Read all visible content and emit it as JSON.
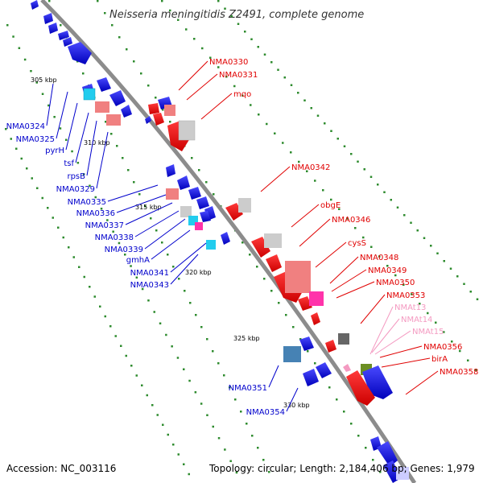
{
  "title": "Neisseria meningitidis Z2491, complete genome",
  "accession": "Accession: NC_003116",
  "topology": "Topology: circular; Length: 2,184,406 bp; Genes: 1,979",
  "colors": {
    "backbone": "#8c8c8c",
    "tick_dot": "#2e8b2e",
    "blue_label": "#0000cc",
    "red_label": "#e00000",
    "pink_label": "#f49ac1"
  },
  "kbp_markers": [
    "305 kbp",
    "310 kbp",
    "315 kbp",
    "320 kbp",
    "325 kbp",
    "330 kbp"
  ],
  "left_genes": [
    "NMA0324",
    "NMA0325",
    "pyrH",
    "tsf",
    "rpsB",
    "NMA0329",
    "NMA0335",
    "NMA0336",
    "NMA0337",
    "NMA0338",
    "NMA0339",
    "gmhA",
    "NMA0341",
    "NMA0343"
  ],
  "right_genes": [
    "NMA0330",
    "NMA0331",
    "mqo",
    "NMA0342",
    "obgE",
    "NMA0346",
    "cysS",
    "NMA0348",
    "NMA0349",
    "NMA0350",
    "NMA0353",
    "NMAt13",
    "NMAt14",
    "NMAt15",
    "NMA0356",
    "birA",
    "NMA0358"
  ],
  "bottom_genes": [
    "NMA0351",
    "NMA0354"
  ]
}
